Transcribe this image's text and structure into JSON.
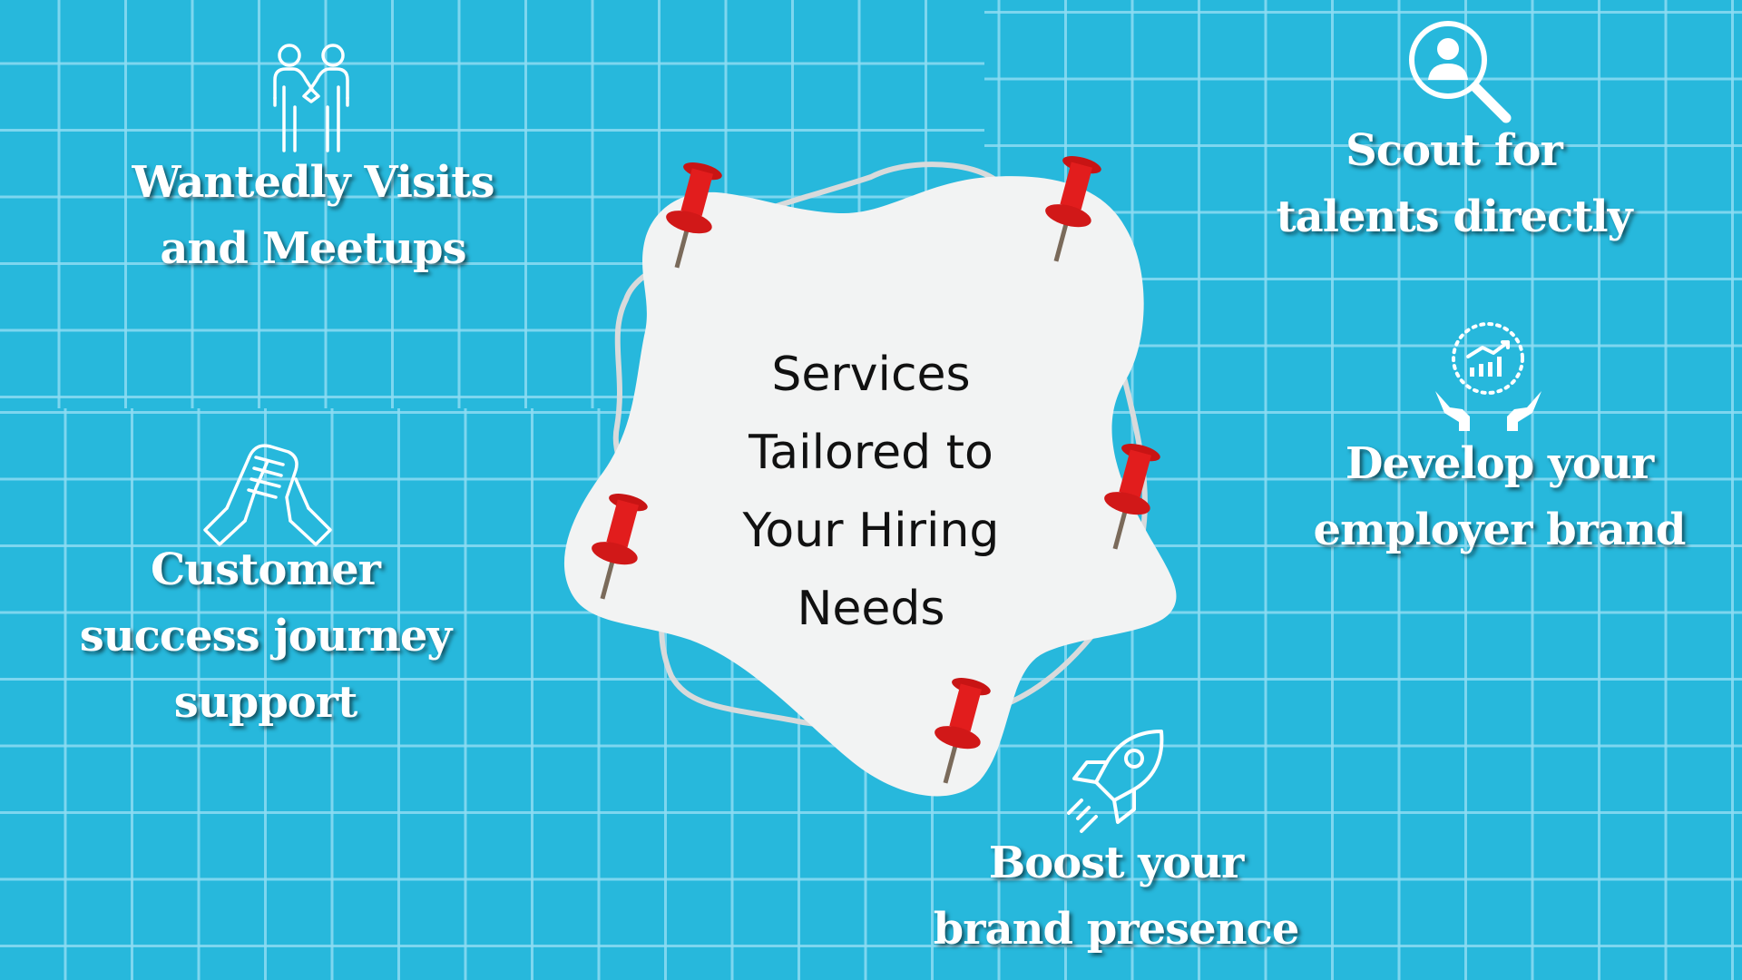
{
  "center": {
    "title_lines": [
      "Services",
      "Tailored to",
      "Your Hiring",
      "Needs"
    ]
  },
  "services": {
    "visits": {
      "icon": "handshake-people-icon",
      "lines": [
        "Wantedly Visits",
        "and Meetups"
      ]
    },
    "customer": {
      "icon": "clasped-hands-icon",
      "lines": [
        "Customer",
        "success journey",
        "support"
      ]
    },
    "scout": {
      "icon": "user-search-icon",
      "lines": [
        "Scout for",
        "talents directly"
      ]
    },
    "brand": {
      "icon": "growth-chart-hands-icon",
      "lines": [
        "Develop your",
        "employer brand"
      ]
    },
    "boost": {
      "icon": "rocket-icon",
      "lines": [
        "Boost your",
        "brand presence"
      ]
    }
  },
  "colors": {
    "background": "#27b8dc",
    "grid": "#8cdcf2",
    "blob": "#f2f3f3",
    "pin": "#e21d1d",
    "text": "#ffffff"
  }
}
